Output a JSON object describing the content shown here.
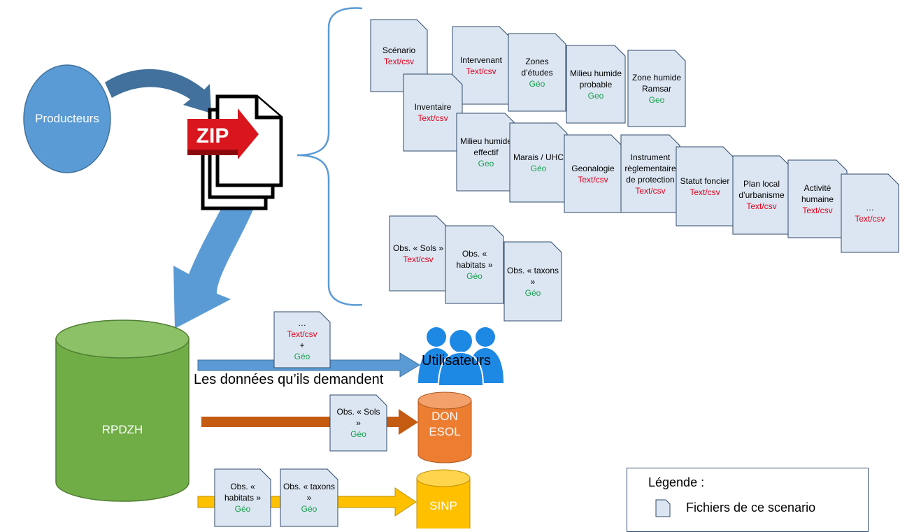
{
  "producers": "Producteurs",
  "zip_icon_label": "ZIP",
  "files": [
    {
      "id": "scenario",
      "name": "Scénario",
      "format": "Text/csv",
      "fmt_class": "red"
    },
    {
      "id": "intervenant",
      "name": "Intervenant",
      "format": "Text/csv",
      "fmt_class": "red"
    },
    {
      "id": "zones-etudes",
      "name": "Zones d’études",
      "format": "Géo",
      "fmt_class": "green"
    },
    {
      "id": "milieu-humide-probable",
      "name": "Milieu humide probable",
      "format": "Geo",
      "fmt_class": "green"
    },
    {
      "id": "zone-humide-ramsar",
      "name": "Zone humide Ramsar",
      "format": "Geo",
      "fmt_class": "green"
    },
    {
      "id": "inventaire",
      "name": "Inventaire",
      "format": "Text/csv",
      "fmt_class": "red"
    },
    {
      "id": "milieu-humide-effectif",
      "name": "Milieu humide effectif",
      "format": "Geo",
      "fmt_class": "green"
    },
    {
      "id": "marais-uhc",
      "name": "Marais / UHC",
      "format": "Géo",
      "fmt_class": "green"
    },
    {
      "id": "geonalogie",
      "name": "Geonalogie",
      "format": "Text/csv",
      "fmt_class": "red"
    },
    {
      "id": "instrument",
      "name": "Instrument règlementaire de protection",
      "format": "Text/csv",
      "fmt_class": "red"
    },
    {
      "id": "statut-foncier",
      "name": "Statut foncier",
      "format": "Text/csv",
      "fmt_class": "red"
    },
    {
      "id": "plan-local",
      "name": "Plan local d’urbanisme",
      "format": "Text/csv",
      "fmt_class": "red"
    },
    {
      "id": "activite-humaine",
      "name": "Activité humaine",
      "format": "Text/csv",
      "fmt_class": "red"
    },
    {
      "id": "etc",
      "name": "…",
      "format": "Text/csv",
      "fmt_class": "red"
    },
    {
      "id": "obs-sols",
      "name": "Obs. « Sols »",
      "format": "Text/csv",
      "fmt_class": "red"
    },
    {
      "id": "obs-habitats",
      "name": "Obs. « habitats »",
      "format": "Géo",
      "fmt_class": "green"
    },
    {
      "id": "obs-taxons",
      "name": "Obs. « taxons »",
      "format": "Géo",
      "fmt_class": "green"
    }
  ],
  "database": "RPDZH",
  "users": {
    "label": "Utilisateurs",
    "flow_caption": "Les données qu’ils demandent",
    "doc_line1": "…",
    "doc_line2": "Text/csv",
    "doc_line3": "+",
    "doc_line4": "Géo"
  },
  "donesol": {
    "label_line1": "DON",
    "label_line2": "ESOL",
    "doc_name": "Obs. « Sols »",
    "doc_format": "Géo"
  },
  "sinp": {
    "label": "SINP",
    "doc1_name": "Obs. « habitats »",
    "doc1_format": "Géo",
    "doc2_name": "Obs. « taxons »",
    "doc2_format": "Géo"
  },
  "legend": {
    "title": "Légende :",
    "item": "Fichiers de ce scenario"
  },
  "colors": {
    "doc_fill": "#dce6f2",
    "doc_stroke": "#2f4a6b",
    "producers": "#5b9bd5",
    "database": "#70ad47",
    "users_icon": "#1e88e5",
    "donesol": "#ed7d31",
    "sinp": "#ffc000",
    "arrow_blue": "#5b9bd5",
    "arrow_orange": "#c55a11",
    "arrow_yellow": "#ffc000",
    "text_red": "#e0001b",
    "text_green": "#14a04a"
  }
}
